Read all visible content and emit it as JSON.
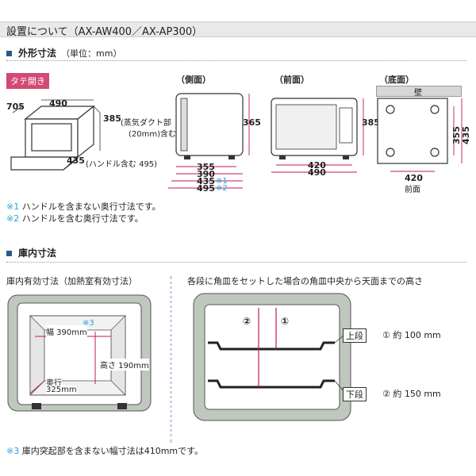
{
  "header": {
    "title": "設置について（AX-AW400／AX-AP300）"
  },
  "section1": {
    "title": "外形寸法",
    "unit": "（単位：mm）",
    "badge": "タテ開き",
    "iso": {
      "w": "490",
      "d": "705",
      "h": "385",
      "h_note1": "(蒸気ダクト部",
      "h_note2": "(20mm)含む)",
      "depth_bottom": "435",
      "depth_note": "(ハンドル含む 495)"
    },
    "side": {
      "label": "（側面）",
      "h": "365",
      "d1": "355",
      "d2": "390",
      "d3": "435",
      "d3_mark": "※1",
      "d4": "495",
      "d4_mark": "※2"
    },
    "front": {
      "label": "（前面）",
      "h": "385",
      "w1": "420",
      "w2": "490"
    },
    "bottom": {
      "label": "（底面）",
      "wall": "壁",
      "h1": "355",
      "h2": "435",
      "w": "420",
      "front": "前面"
    }
  },
  "notes1": [
    {
      "mark": "※1",
      "text": "ハンドルを含まない奥行寸法です。"
    },
    {
      "mark": "※2",
      "text": "ハンドルを含む奥行寸法です。"
    }
  ],
  "section2": {
    "title": "庫内寸法",
    "left_title": "庫内有効寸法（加熱室有効寸法）",
    "right_title": "各段に角皿をセットした場合の角皿中央から天面までの高さ",
    "width_label": "幅 390mm",
    "width_mark": "※3",
    "height_label": "高さ 190mm",
    "depth_label": "奥行",
    "depth_value": "325mm",
    "marker1": "①",
    "marker2": "②",
    "upper": "上段",
    "lower": "下段",
    "upper_val": "① 約 100 mm",
    "lower_val": "② 約 150 mm"
  },
  "notes2": [
    {
      "mark": "※3",
      "text": "庫内突起部を含まない幅寸法は410mmです。"
    }
  ],
  "colors": {
    "accent": "#d24a73",
    "mark": "#2aa1d3",
    "dim": "#c2185b",
    "body": "#bfc8bd"
  }
}
